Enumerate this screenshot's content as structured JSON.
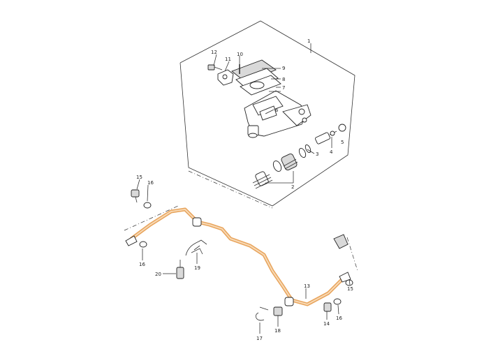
{
  "callouts": {
    "c1": "1",
    "c2": "2",
    "c3": "3",
    "c4": "4",
    "c5": "5",
    "c6": "6",
    "c7": "7",
    "c8": "8",
    "c9": "9",
    "c10": "10",
    "c11": "11",
    "c12": "12",
    "c13": "13",
    "c14": "14",
    "c15a": "15",
    "c15b": "15",
    "c16a": "16",
    "c16b": "16",
    "c16c": "16",
    "c17": "17",
    "c18": "18",
    "c19": "19",
    "c20": "20"
  },
  "colors": {
    "hose": "#e8a35a",
    "lines": "#222222"
  }
}
